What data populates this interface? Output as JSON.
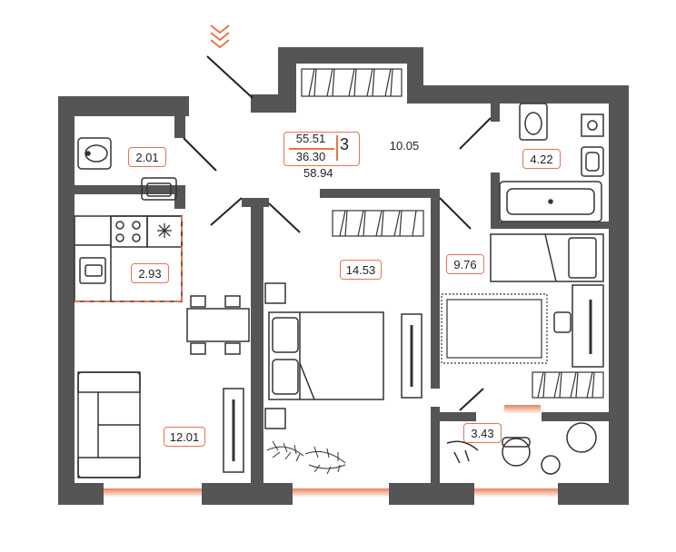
{
  "summary": {
    "area_a": "55.51",
    "area_b": "36.30",
    "rooms": "3",
    "total": "58.94"
  },
  "rooms": {
    "wc": "2.01",
    "hall": "10.05",
    "bath": "4.22",
    "kitchen": "2.93",
    "bedroom": "14.53",
    "room2": "9.76",
    "living": "12.01",
    "balcony": "3.43"
  },
  "colors": {
    "wall": "#555555",
    "accent": "#e8734a",
    "fixture": "#333333"
  },
  "icons": [
    "entrance-chevron-icon",
    "snowflake-icon"
  ]
}
